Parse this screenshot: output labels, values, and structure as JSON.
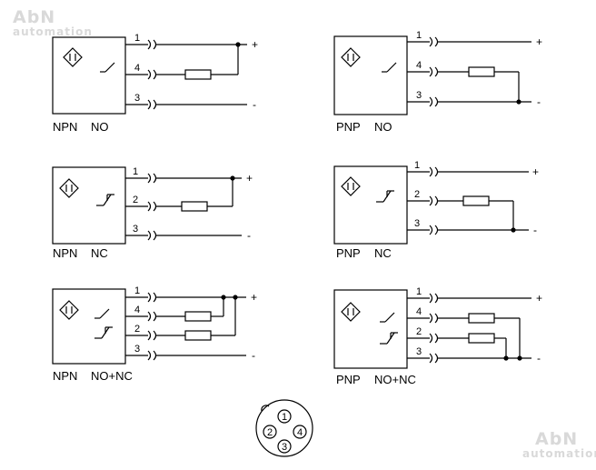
{
  "watermarks": [
    {
      "brand": "AbN",
      "sub": "automation"
    },
    {
      "brand": "AbN",
      "sub": "automation"
    }
  ],
  "diagrams": [
    {
      "type": "NPN",
      "output": "NO",
      "pins": [
        "1",
        "4",
        "3"
      ],
      "signs": [
        "+",
        "-"
      ]
    },
    {
      "type": "PNP",
      "output": "NO",
      "pins": [
        "1",
        "4",
        "3"
      ],
      "signs": [
        "+",
        "-"
      ]
    },
    {
      "type": "NPN",
      "output": "NC",
      "pins": [
        "1",
        "2",
        "3"
      ],
      "signs": [
        "+",
        "-"
      ]
    },
    {
      "type": "PNP",
      "output": "NC",
      "pins": [
        "1",
        "2",
        "3"
      ],
      "signs": [
        "+",
        "-"
      ]
    },
    {
      "type": "NPN",
      "output": "NO+NC",
      "pins": [
        "1",
        "4",
        "2",
        "3"
      ],
      "signs": [
        "+",
        "-"
      ]
    },
    {
      "type": "PNP",
      "output": "NO+NC",
      "pins": [
        "1",
        "4",
        "2",
        "3"
      ],
      "signs": [
        "+",
        "-"
      ]
    }
  ],
  "connector": {
    "pins": [
      "1",
      "2",
      "3",
      "4"
    ]
  }
}
